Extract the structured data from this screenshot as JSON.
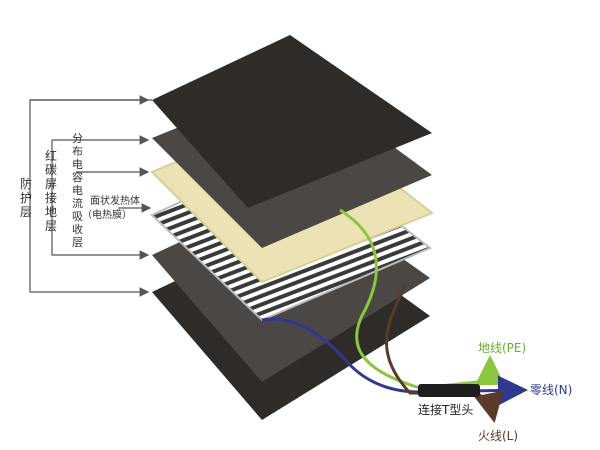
{
  "labels": {
    "protective_layer": "防护层",
    "carbon_shield_layer": "红碳屏接地层",
    "capacitive_absorb_layer": "分布电容电流吸收层",
    "heating_body_line1": "面状发热体",
    "heating_body_line2": "（电热膜）",
    "ground_wire": "地线(PE)",
    "neutral_wire": "零线(N)",
    "live_wire": "火线(L)",
    "connector": "连接T型头"
  },
  "colors": {
    "dark_layer": "#2e2b29",
    "grey_layer": "#4a4745",
    "film_layer": "#ebe3b4",
    "ground_wire": "#8cc63f",
    "neutral_wire": "#2f3a8f",
    "live_wire": "#5a3a28",
    "bracket_line": "#555555"
  }
}
